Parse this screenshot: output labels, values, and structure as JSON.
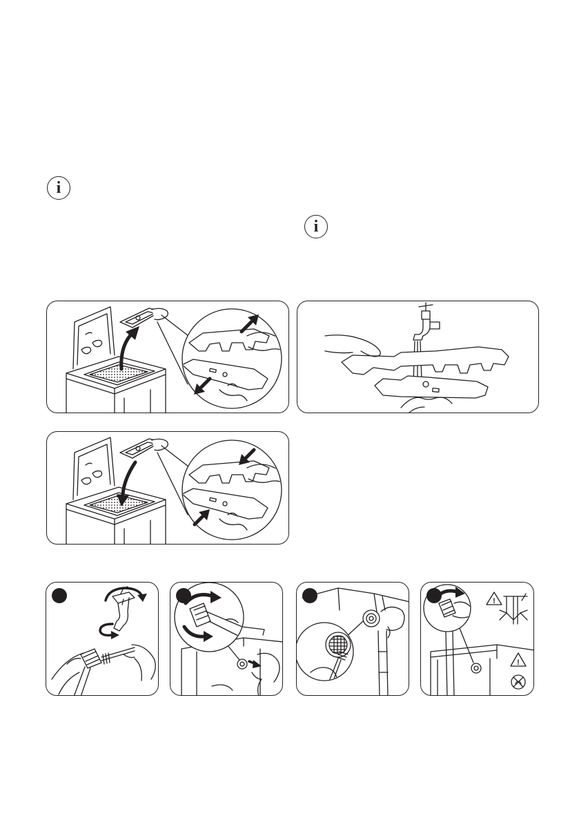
{
  "page": {
    "ink": "#231f20",
    "paper": "#ffffff"
  },
  "notes": [
    {
      "icon": "info-icon",
      "glyph": "i"
    },
    {
      "icon": "info-icon",
      "glyph": "i"
    }
  ],
  "figures": {
    "filter_removal": {
      "icon": "filter-removal-illustration"
    },
    "filter_rinse": {
      "icon": "filter-rinse-illustration"
    },
    "filter_refit": {
      "icon": "filter-refit-illustration"
    }
  },
  "steps": [
    {
      "icon": "tap-inlet-cleaning-illustration",
      "marker": "step-marker"
    },
    {
      "icon": "hose-unscrew-illustration",
      "marker": "step-marker"
    },
    {
      "icon": "inlet-filter-brush-illustration",
      "marker": "step-marker"
    },
    {
      "icon": "hose-refit-illustration",
      "marker": "step-marker"
    }
  ],
  "warnings": [
    {
      "icon": "warning-icon",
      "glyph": "!"
    },
    {
      "icon": "warning-icon",
      "glyph": "!"
    },
    {
      "icon": "prohibited-icon"
    }
  ]
}
